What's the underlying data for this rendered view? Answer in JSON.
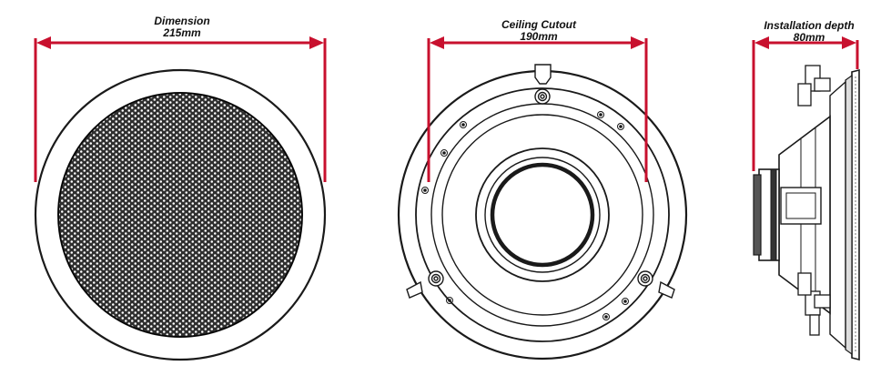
{
  "labels": {
    "dimension": {
      "title": "Dimension",
      "value": "215mm"
    },
    "cutout": {
      "title": "Ceiling Cutout",
      "value": "190mm"
    },
    "depth": {
      "title": "Installation depth",
      "value": "80mm"
    }
  },
  "colors": {
    "dimension_line": "#c8102e",
    "outline": "#1a1a1a",
    "grille": "#3a3a3a",
    "face": "#ffffff",
    "magnet": "#555555"
  }
}
